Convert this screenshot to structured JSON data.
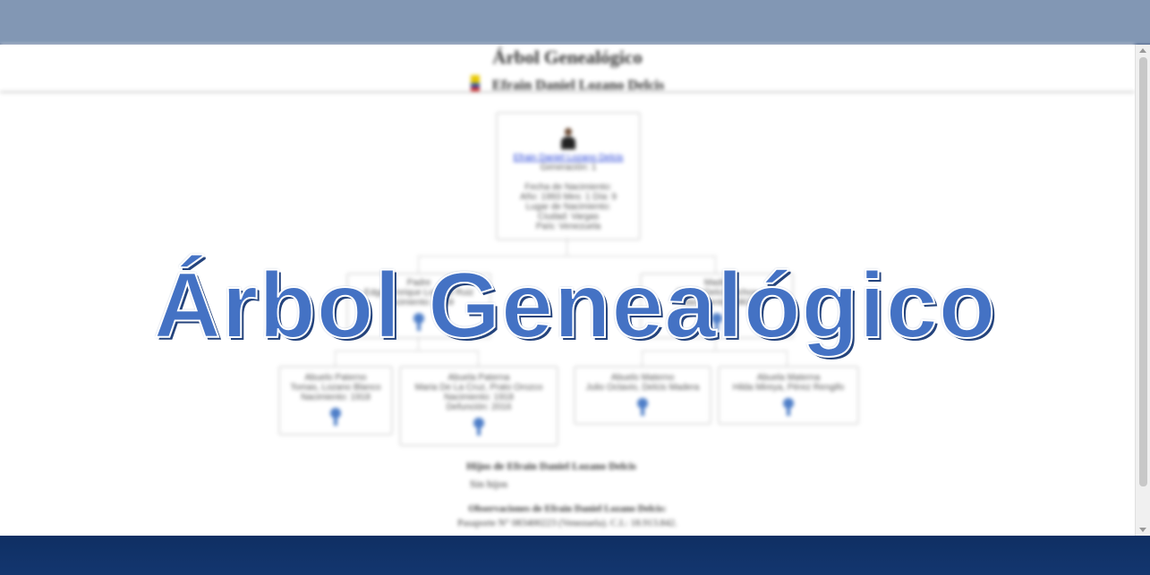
{
  "header": {
    "title": "Árbol Genealógico",
    "subtitle": "Efrain Daniel Lozano Delcis"
  },
  "root": {
    "name": "Efrain Daniel Lozano Delcis",
    "generation": "Generación: 1",
    "birth_date_label": "Fecha de Nacimiento:",
    "birth_date": "Año: 1993 Mes: 1 Día: 9",
    "birth_place_label": "Lugar de Nacimiento:",
    "city": "Ciudad: Vargas",
    "country": "País: Venezuela"
  },
  "parents": [
    {
      "role": "Padre",
      "name": "Edgar Enrique Lozano Ruiz",
      "info": "Nacimiento: 1959"
    },
    {
      "role": "Madre",
      "name": "Gisela Delcis Ochoa",
      "info": "Nacimiento: 1963"
    }
  ],
  "grandparents": [
    {
      "role": "Abuelo Paterno",
      "name": "Tomas, Lozano Blanco",
      "info1": "Nacimiento: 1918",
      "info2": ""
    },
    {
      "role": "Abuela Paterna",
      "name": "Maria De La Cruz, Prato Orozco",
      "info1": "Nacimiento: 1918",
      "info2": "Defunción: 2016"
    },
    {
      "role": "Abuelo Materno",
      "name": "Julio Octavio, Delcis Madera",
      "info1": "",
      "info2": ""
    },
    {
      "role": "Abuela Materna",
      "name": "Hilda Mireya, Pérez Rengifo",
      "info1": "",
      "info2": ""
    }
  ],
  "children": {
    "heading": "Hijos de Efrain Daniel Lozano Delcis",
    "text": "Sin hijos"
  },
  "observations": {
    "heading": "Observaciones de Efrain Daniel Lozano Delcis:",
    "text": "Pasaporte N° 083400223 (Venezuela). C.I.: 18.913.842."
  },
  "overlay_title": "Árbol Genealógico",
  "colors": {
    "topbar": "#8297b4",
    "footer": "#13366f",
    "overlay_text": "#4472c4",
    "link": "#2340d8"
  }
}
